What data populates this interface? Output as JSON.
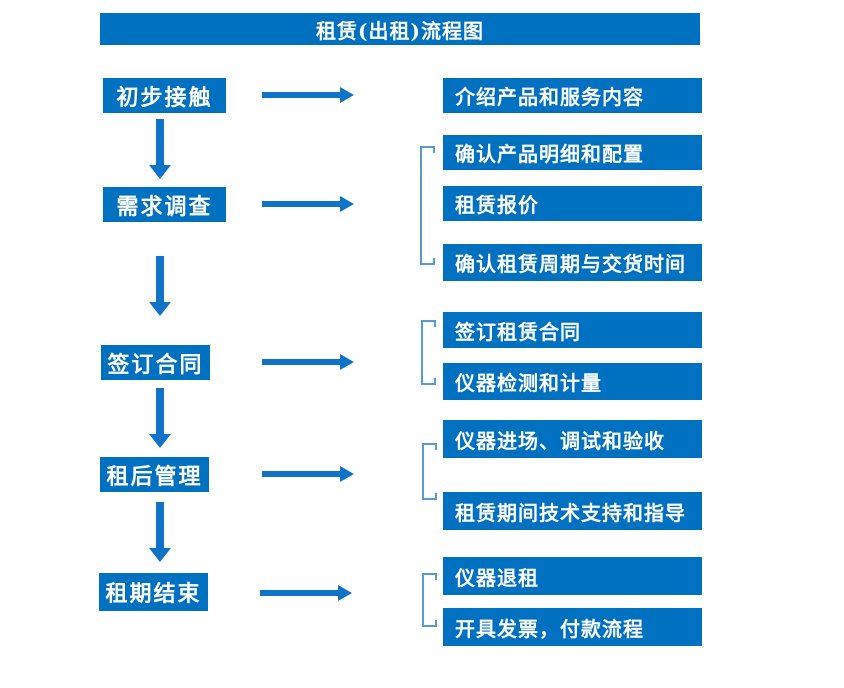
{
  "title": "租赁(出租)流程图",
  "colors": {
    "box_blue": "#0070c0",
    "arrow_blue": "#0f74c8",
    "bracket_blue": "#5b9bd5",
    "text_white": "#ffffff",
    "background": "#ffffff"
  },
  "stages": [
    {
      "label": "初步接触",
      "outputs": [
        "介绍产品和服务内容"
      ]
    },
    {
      "label": "需求调查",
      "outputs": [
        "确认产品明细和配置",
        "租赁报价",
        "确认租赁周期与交货时间"
      ]
    },
    {
      "label": "签订合同",
      "outputs": [
        "签订租赁合同",
        "仪器检测和计量"
      ]
    },
    {
      "label": "租后管理",
      "outputs": [
        "仪器进场、调试和验收",
        "租赁期间技术支持和指导"
      ]
    },
    {
      "label": "租期结束",
      "outputs": [
        "仪器退租",
        "开具发票，付款流程"
      ]
    }
  ]
}
